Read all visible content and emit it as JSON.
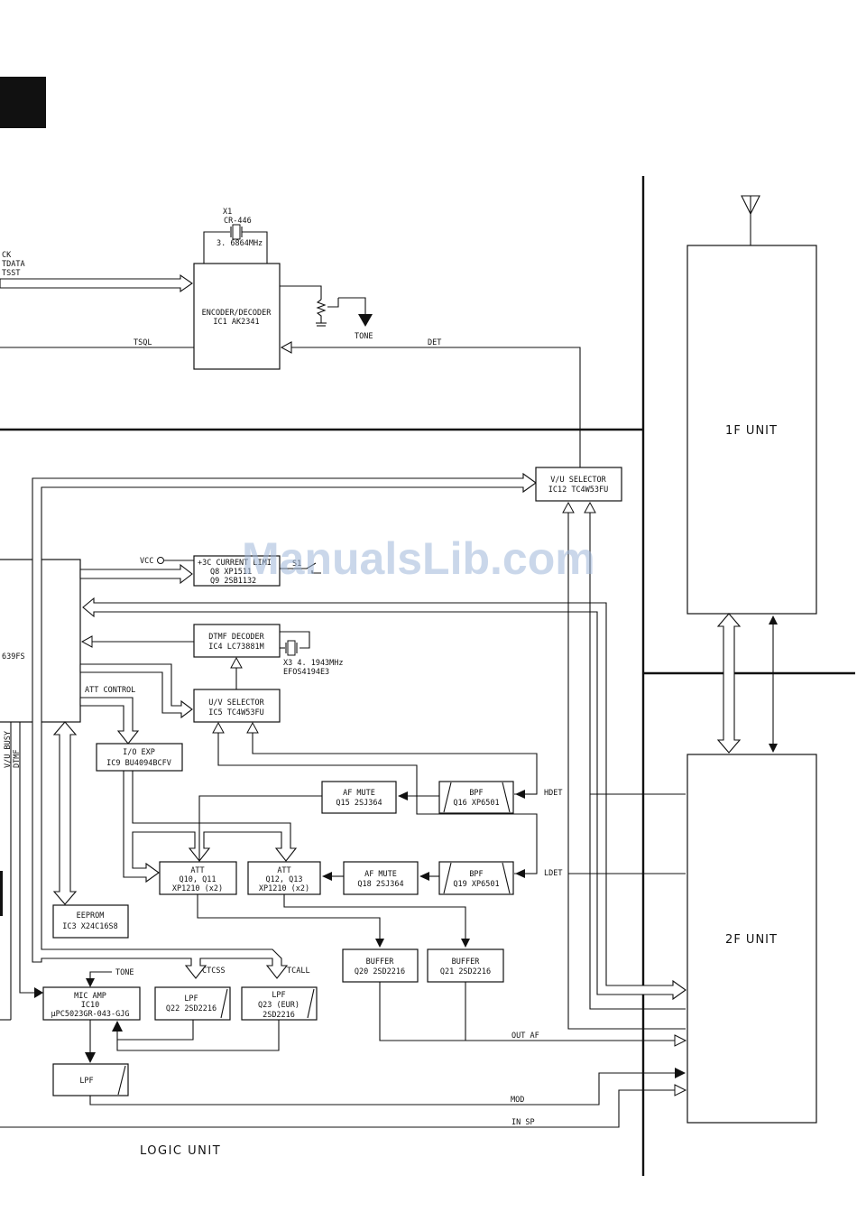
{
  "blocks": {
    "encoder": [
      "ENCODER/DECODER",
      "IC1 AK2341"
    ],
    "vu_selector": [
      "V/U SELECTOR",
      "IC12 TC4W53FU"
    ],
    "current": [
      "+3C CURRENT LIMI",
      "Q8 XP1511",
      "Q9 2SB1132"
    ],
    "dtmf_decoder": [
      "DTMF DECODER",
      "IC4 LC73881M"
    ],
    "uv_selector": [
      "U/V SELECTOR",
      "IC5 TC4W53FU"
    ],
    "io_exp": [
      "I/O EXP",
      "IC9 BU4094BCFV"
    ],
    "af_mute_1": [
      "AF MUTE",
      "Q15 2SJ364"
    ],
    "bpf_1": [
      "BPF",
      "Q16 XP6501"
    ],
    "att_1": [
      "ATT",
      "Q10, Q11",
      "XP1210 (x2)"
    ],
    "att_2": [
      "ATT",
      "Q12, Q13",
      "XP1210 (x2)"
    ],
    "af_mute_2": [
      "AF MUTE",
      "Q18 2SJ364"
    ],
    "bpf_2": [
      "BPF",
      "Q19 XP6501"
    ],
    "eeprom": [
      "EEPROM",
      "IC3 X24C16S8"
    ],
    "buffer_1": [
      "BUFFER",
      "Q20 2SD2216"
    ],
    "buffer_2": [
      "BUFFER",
      "Q21 2SD2216"
    ],
    "mic_amp": [
      "MIC AMP",
      "IC10",
      "µPC5023GR-043-GJG"
    ],
    "lpf_1": [
      "LPF",
      "Q22 2SD2216"
    ],
    "lpf_2": [
      "LPF",
      "Q23 (EUR)",
      "2SD2216"
    ],
    "lpf_3": [
      "LPF"
    ],
    "cpu_partial": "639FS"
  },
  "units": {
    "unit_1f": "1F UNIT",
    "unit_2f": "2F UNIT",
    "logic": "LOGIC UNIT"
  },
  "crystals": {
    "x1": [
      "X1",
      "CR-446",
      "3. 6864MHz"
    ],
    "x3": [
      "X3 4. 1943MHz",
      "EFOS4194E3"
    ]
  },
  "signals": {
    "ck": "CK",
    "tdata": "TDATA",
    "tsst": "TSST",
    "tsql": "TSQL",
    "det": "DET",
    "tone_out": "TONE",
    "vcc": "VCC",
    "att_control": "ATT CONTROL",
    "vu_busy": "V/U BUSY",
    "dtmf": "DTMF",
    "hdet": "HDET",
    "ldet": "LDET",
    "tone_in": "TONE",
    "ctcss": "CTCSS",
    "tcall": "TCALL",
    "out_af": "OUT AF",
    "mod": "MOD",
    "in_sp": "IN SP",
    "s1": "S1"
  },
  "watermark": "ManualsLib.com"
}
